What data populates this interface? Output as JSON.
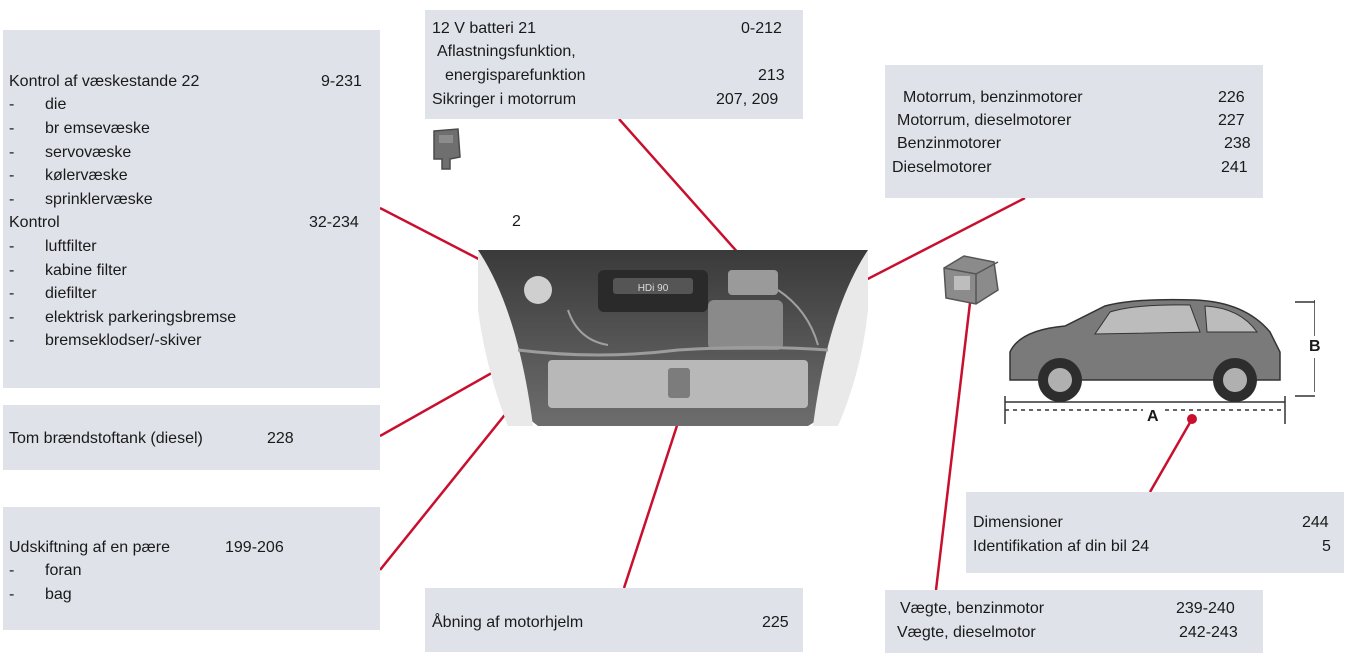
{
  "box_fluids": {
    "title": "Kontrol af væskestande  22",
    "title_pages": "9-231",
    "items": [
      "die",
      "br emsevæske",
      "servovæske",
      "kølervæske",
      "sprinklervæske"
    ],
    "control_title": "Kontrol",
    "control_pages": "32-234",
    "control_items": [
      "luftfilter",
      "kabine filter",
      "diefilter",
      "elektrisk      parkeringsbremse",
      "bremseklodser/-skiver"
    ]
  },
  "box_fuel": {
    "label": "Tom brændstoftank (diesel)",
    "page": "228"
  },
  "box_bulb": {
    "label": "Udskiftning af en pære",
    "pages": "199-206",
    "items": [
      "foran",
      "bag"
    ]
  },
  "box_battery": {
    "row1_label": "12 V batteri   21",
    "row1_pages": "0-212",
    "row2_label": "Aflastningsfunktion,",
    "row3_label": "energisparefunktion",
    "row3_pages": "213",
    "row4_label": "Sikringer i motorrum",
    "row4_pages": "207, 209"
  },
  "stray_number": "2",
  "box_engines": {
    "rows": [
      {
        "label": "Motorrum, benzinmotorer",
        "page": "226"
      },
      {
        "label": "Motorrum, dieselmotorer",
        "page": "227"
      },
      {
        "label": "Benzinmotorer",
        "page": "238"
      },
      {
        "label": "Dieselmotorer",
        "page": "241"
      }
    ]
  },
  "box_hood": {
    "label": "Åbning af motorhjelm",
    "page": "225"
  },
  "box_dims": {
    "row1_label": "Dimensioner",
    "row1_page": "244",
    "row2_label": "Identifikation af din bil  24",
    "row2_page": "5"
  },
  "box_weights": {
    "rows": [
      {
        "label": "Vægte, benzinmotor",
        "pages": "239-240"
      },
      {
        "label": "Vægte, dieselmotor",
        "pages": "242-243"
      }
    ]
  },
  "car_labels": {
    "a": "A",
    "b": "B"
  },
  "engine_badge": "HDi 90",
  "colors": {
    "panel": "#dfe2e9",
    "leader": "#c8102e",
    "text": "#1a1a1a"
  }
}
